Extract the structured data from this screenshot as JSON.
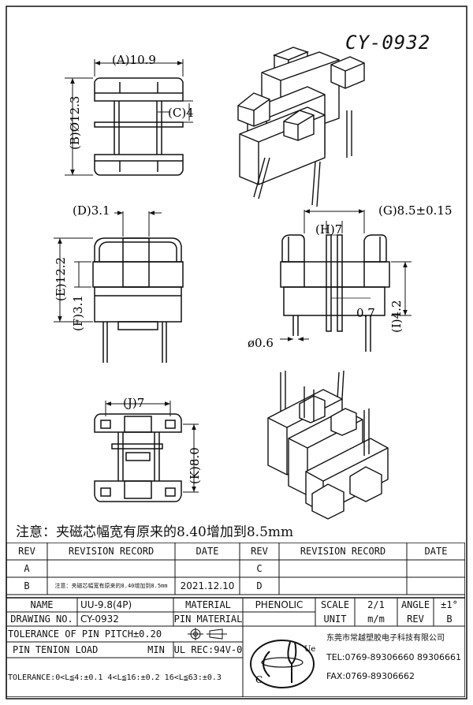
{
  "drawing": {
    "title": "CY-0932",
    "dims": {
      "a": "(A)10.9",
      "b": "(B)Ø12.3",
      "c": "(C)4",
      "d": "(D)3.1",
      "e": "(E)12.2",
      "f": "(F)3.1",
      "g": "(G)8.5±0.15",
      "h": "(H)7",
      "t": "0.7",
      "i": "(I)4.2",
      "pin": "ø0.6",
      "j": "(J)7",
      "k": "(K)8.0"
    },
    "note": "注意：夹磁芯幅宽有原来的8.40增加到8.5mm"
  },
  "revision_table": {
    "headers": [
      "REV",
      "REVISION RECORD",
      "DATE",
      "REV",
      "REVISION RECORD",
      "DATE"
    ],
    "rows": [
      {
        "rev": "A",
        "record": "",
        "date": "",
        "rev2": "C",
        "record2": "",
        "date2": ""
      },
      {
        "rev": "B",
        "record": "注意：夹磁芯幅宽有原来的8.40增加到8.5mm",
        "date": "2021.12.10",
        "rev2": "D",
        "record2": "",
        "date2": ""
      }
    ]
  },
  "title_block": {
    "name_label": "NAME",
    "name_value": "UU-9.8(4P)",
    "drawing_no_label": "DRAWING NO.",
    "drawing_no_value": "CY-0932",
    "material_label": "MATERIAL",
    "material_value": "PHENOLIC",
    "pin_material_label": "PIN MATERIAL",
    "pin_material_value": "",
    "scale_label": "SCALE",
    "scale_value": "2/1",
    "angle_label": "ANGLE",
    "angle_value": "±1°",
    "unit_label": "UNIT",
    "unit_value": "m/m",
    "rev_label": "REV",
    "rev_value": "B",
    "tolerance_pitch": "TOLERANCE OF PIN PITCH±0.20",
    "pin_tension_label": "PIN TENION LOAD",
    "pin_tension_min": "MIN",
    "ul_rec": "UL REC:94V-0",
    "tolerance_general": "TOLERANCE:0<L≦4:±0.1  4<L≦16:±0.2  16<L≦63:±0.3",
    "company": "东莞市常越塑胶电子科技有限公司",
    "tel": "TEL:0769-89306660  89306661",
    "fax": "FAX:0769-89306662"
  }
}
